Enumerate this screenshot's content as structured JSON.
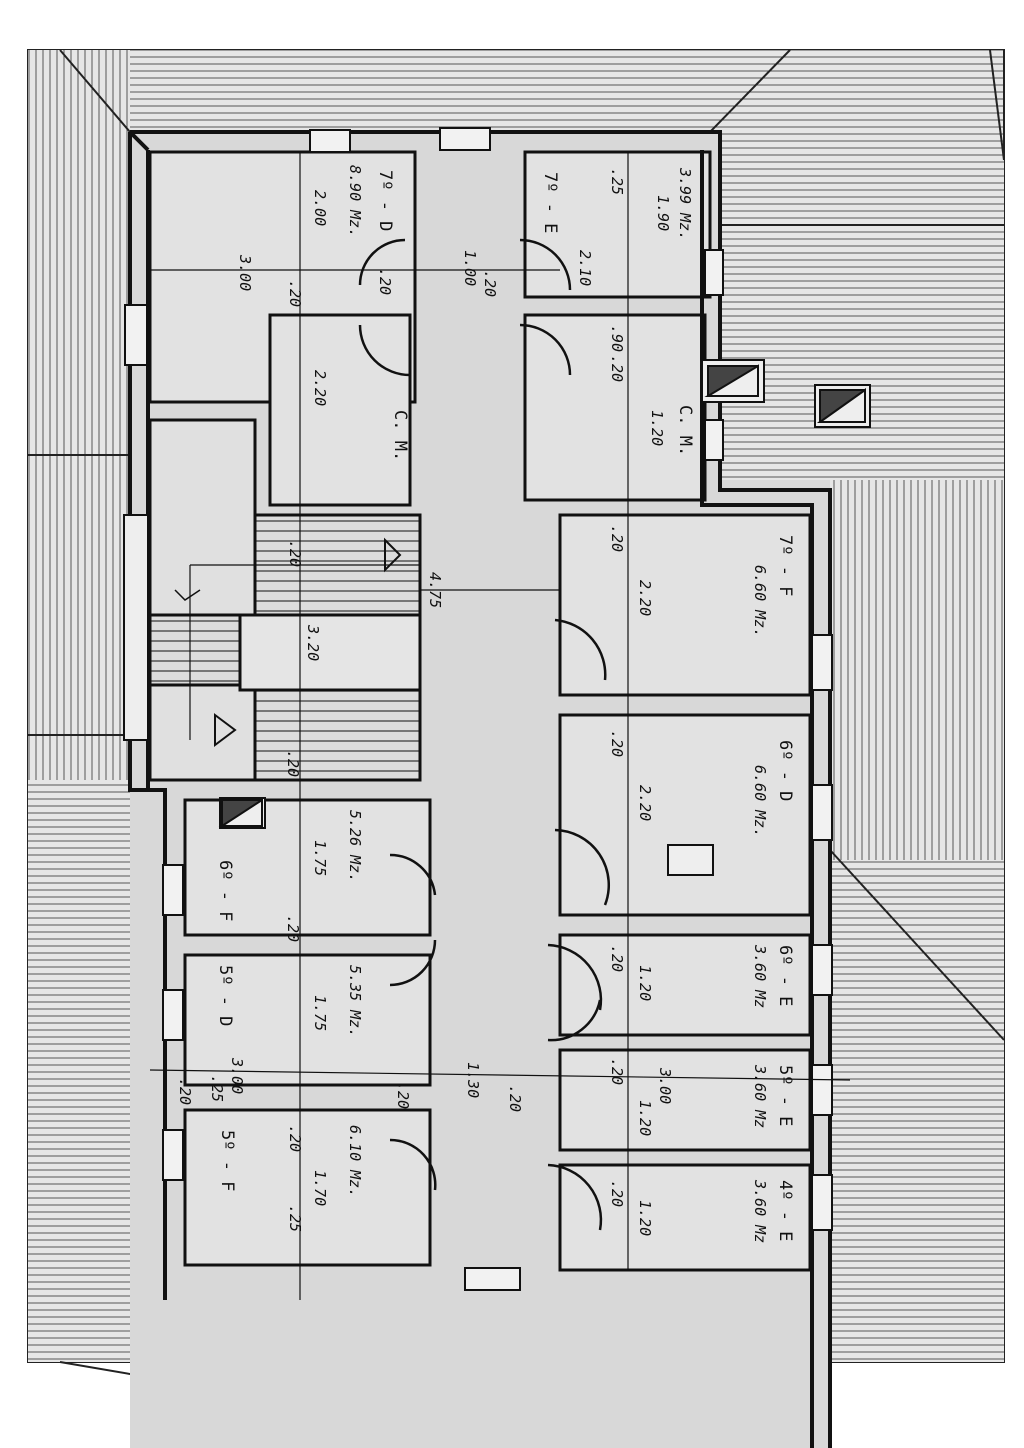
{
  "rooms": [
    {
      "id": "7d",
      "name": "7º - D",
      "area": "8.90 Mz.",
      "dim": "2.00"
    },
    {
      "id": "7e",
      "name": "7º - E",
      "area": "3.99 Mz.",
      "dim": "1.90"
    },
    {
      "id": "cm-left",
      "name": "C. M.",
      "dim": "2.20"
    },
    {
      "id": "cm-right",
      "name": "C. M.",
      "dim": "1.20"
    },
    {
      "id": "7f",
      "name": "7º - F",
      "area": "6.60 Mz.",
      "dim": "2.20"
    },
    {
      "id": "6d",
      "name": "6º - D",
      "area": "6.60 Mz.",
      "dim": "2.20"
    },
    {
      "id": "6f",
      "name": "6º - F",
      "area": "5.26 Mz.",
      "dim": "1.75"
    },
    {
      "id": "5d",
      "name": "5º - D",
      "area": "5.35 Mz.",
      "dim": "1.75"
    },
    {
      "id": "5f",
      "name": "5º - F",
      "area": "6.10 Mz.",
      "dim": "1.70"
    },
    {
      "id": "6e",
      "name": "6º - E",
      "area": "3.60 Mz",
      "dim": "1.20"
    },
    {
      "id": "5e",
      "name": "5º - E",
      "area": "3.60 Mz",
      "dim": "1.20"
    },
    {
      "id": "4e",
      "name": "4º - E",
      "area": "3.60 Mz",
      "dim": "1.20"
    }
  ],
  "dimensions": {
    "d300_top": "3.00",
    "d100": "1.00",
    "d210": "2.10",
    "d020a": ".20",
    "d020b": ".20",
    "d025": ".25",
    "d090": ".90",
    "d020c": ".20",
    "d020d": ".20",
    "d020e": ".20",
    "d475": "4.75",
    "d320": "3.20",
    "d020f": ".20",
    "d020g": ".20",
    "d300_bl": "3.00",
    "d025b": ".25",
    "d020h": ".20",
    "d130": "1.30",
    "d020i": ".20",
    "d300_br": "3.00",
    "d020j": ".20",
    "d020k": ".20",
    "d020l": ".20",
    "d020m": ".20",
    "d025c": ".25",
    "d020n": ".20",
    "d020o": ".20",
    "d020p": ".20"
  }
}
